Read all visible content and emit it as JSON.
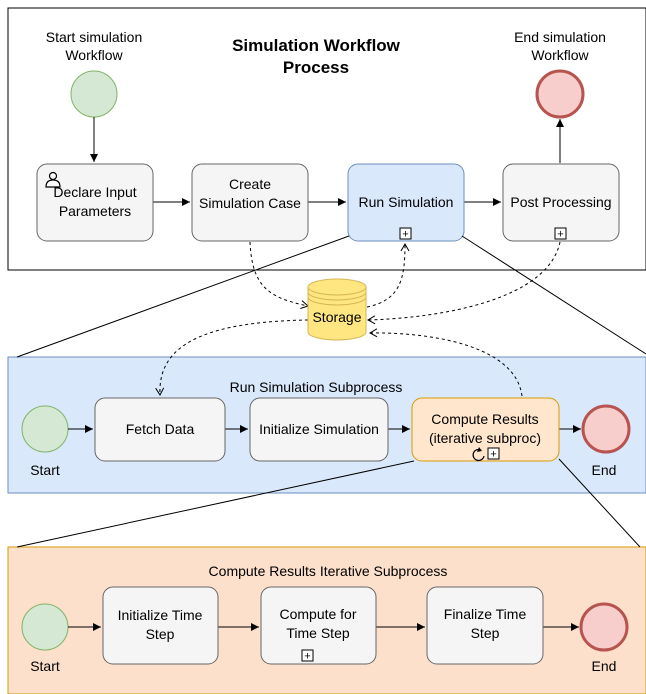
{
  "top": {
    "title": [
      "Simulation Workflow",
      "Process"
    ],
    "start_event": [
      "Start simulation",
      "Workflow"
    ],
    "end_event": [
      "End simulation",
      "Workflow"
    ],
    "tasks": [
      {
        "lines": [
          "Declare Input",
          "Parameters"
        ],
        "icon": "user-icon"
      },
      {
        "lines": [
          "Create",
          "Simulation Case"
        ]
      },
      {
        "lines": [
          "Run Simulation"
        ],
        "marker": "+"
      },
      {
        "lines": [
          "Post Processing"
        ],
        "marker": "+"
      }
    ]
  },
  "storage": {
    "label": "Storage"
  },
  "run_sub": {
    "title": "Run Simulation Subprocess",
    "start_label": "Start",
    "end_label": "End",
    "tasks": [
      {
        "lines": [
          "Fetch Data"
        ]
      },
      {
        "lines": [
          "Initialize Simulation"
        ]
      },
      {
        "lines": [
          "Compute Results",
          "(iterative subproc)"
        ],
        "marker": "+",
        "loop": "loop-icon"
      }
    ]
  },
  "compute_sub": {
    "title": "Compute Results Iterative Subprocess",
    "start_label": "Start",
    "end_label": "End",
    "tasks": [
      {
        "lines": [
          "Initialize Time",
          "Step"
        ]
      },
      {
        "lines": [
          "Compute for",
          "Time Step"
        ],
        "marker": "+"
      },
      {
        "lines": [
          "Finalize Time",
          "Step"
        ]
      }
    ]
  },
  "colors": {
    "start_fill": "#d5e8d4",
    "start_stroke": "#82b366",
    "end_fill": "#f8cecc",
    "end_stroke": "#b85450",
    "task_fill": "#f5f5f5",
    "task_stroke": "#666666",
    "blue_fill": "#dae8fc",
    "blue_stroke": "#6c8ebf",
    "orange_fill": "#ffe6cc",
    "orange_stroke": "#d79b00",
    "storage_fill": "#ffe680",
    "storage_stroke": "#d6b656",
    "pool_peach": "#fce0cc"
  }
}
